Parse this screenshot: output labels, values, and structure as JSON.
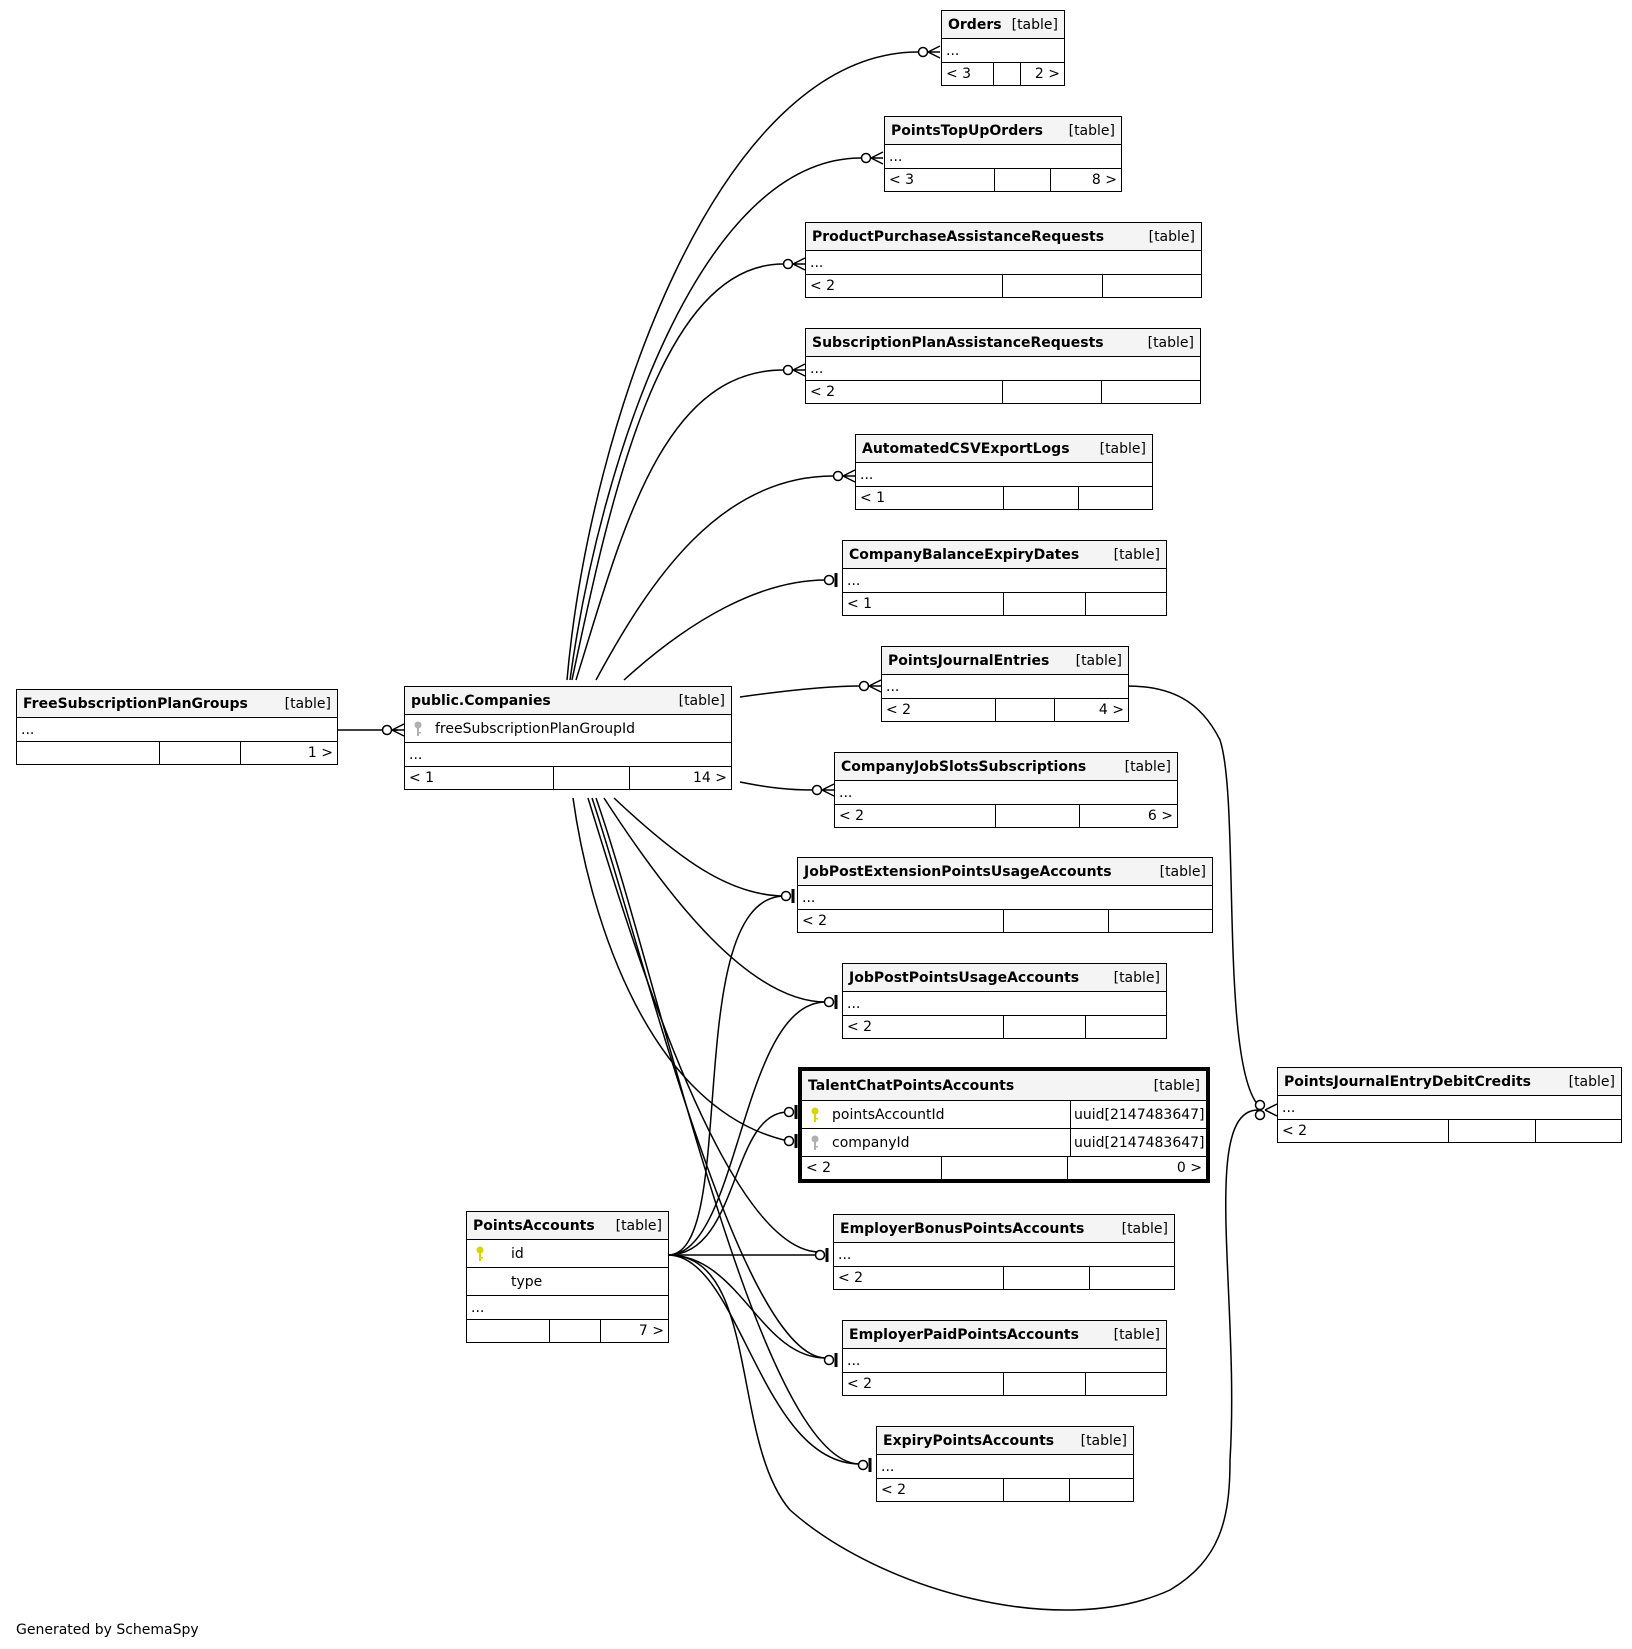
{
  "footer": "Generated by SchemaSpy",
  "colors": {
    "primary_key_icon": "#d6d600",
    "foreign_key_icon": "#b0b0b0",
    "header_bg": "#f4f4f4"
  },
  "tables": {
    "orders": {
      "name": "Orders",
      "kind": "[table]",
      "columns": "...",
      "parents": "< 3",
      "mid": "",
      "children": "2 >"
    },
    "pointsTopUpOrders": {
      "name": "PointsTopUpOrders",
      "kind": "[table]",
      "columns": "...",
      "parents": "< 3",
      "mid": "",
      "children": "8 >"
    },
    "productPurchase": {
      "name": "ProductPurchaseAssistanceRequests",
      "kind": "[table]",
      "columns": "...",
      "parents": "< 2",
      "mid": "",
      "children": ""
    },
    "subscriptionPlan": {
      "name": "SubscriptionPlanAssistanceRequests",
      "kind": "[table]",
      "columns": "...",
      "parents": "< 2",
      "mid": "",
      "children": ""
    },
    "automatedCsv": {
      "name": "AutomatedCSVExportLogs",
      "kind": "[table]",
      "columns": "...",
      "parents": "< 1",
      "mid": "",
      "children": ""
    },
    "companyBalance": {
      "name": "CompanyBalanceExpiryDates",
      "kind": "[table]",
      "columns": "...",
      "parents": "< 1",
      "mid": "",
      "children": ""
    },
    "pointsJournalEntries": {
      "name": "PointsJournalEntries",
      "kind": "[table]",
      "columns": "...",
      "parents": "< 2",
      "mid": "",
      "children": "4 >"
    },
    "companyJobSlots": {
      "name": "CompanyJobSlotsSubscriptions",
      "kind": "[table]",
      "columns": "...",
      "parents": "< 2",
      "mid": "",
      "children": "6 >"
    },
    "jobPostExtension": {
      "name": "JobPostExtensionPointsUsageAccounts",
      "kind": "[table]",
      "columns": "...",
      "parents": "< 2",
      "mid": "",
      "children": ""
    },
    "jobPostPoints": {
      "name": "JobPostPointsUsageAccounts",
      "kind": "[table]",
      "columns": "...",
      "parents": "< 2",
      "mid": "",
      "children": ""
    },
    "talentChat": {
      "name": "TalentChatPointsAccounts",
      "kind": "[table]",
      "col1": "pointsAccountId",
      "col1_type": "uuid[2147483647]",
      "col2": "companyId",
      "col2_type": "uuid[2147483647]",
      "parents": "< 2",
      "mid": "",
      "children": "0 >"
    },
    "employerBonus": {
      "name": "EmployerBonusPointsAccounts",
      "kind": "[table]",
      "columns": "...",
      "parents": "< 2",
      "mid": "",
      "children": ""
    },
    "employerPaid": {
      "name": "EmployerPaidPointsAccounts",
      "kind": "[table]",
      "columns": "...",
      "parents": "< 2",
      "mid": "",
      "children": ""
    },
    "expiryPoints": {
      "name": "ExpiryPointsAccounts",
      "kind": "[table]",
      "columns": "...",
      "parents": "< 2",
      "mid": "",
      "children": ""
    },
    "freeSubscription": {
      "name": "FreeSubscriptionPlanGroups",
      "kind": "[table]",
      "columns": "...",
      "parents": "",
      "mid": "",
      "children": "1 >"
    },
    "companies": {
      "name": "public.Companies",
      "kind": "[table]",
      "col1": "freeSubscriptionPlanGroupId",
      "columns": "...",
      "parents": "< 1",
      "mid": "",
      "children": "14 >"
    },
    "pointsAccounts": {
      "name": "PointsAccounts",
      "kind": "[table]",
      "col1": "id",
      "col2": "type",
      "columns": "...",
      "parents": "",
      "mid": "",
      "children": "7 >"
    },
    "pointsJournalDebit": {
      "name": "PointsJournalEntryDebitCredits",
      "kind": "[table]",
      "columns": "...",
      "parents": "< 2",
      "mid": "",
      "children": ""
    }
  }
}
